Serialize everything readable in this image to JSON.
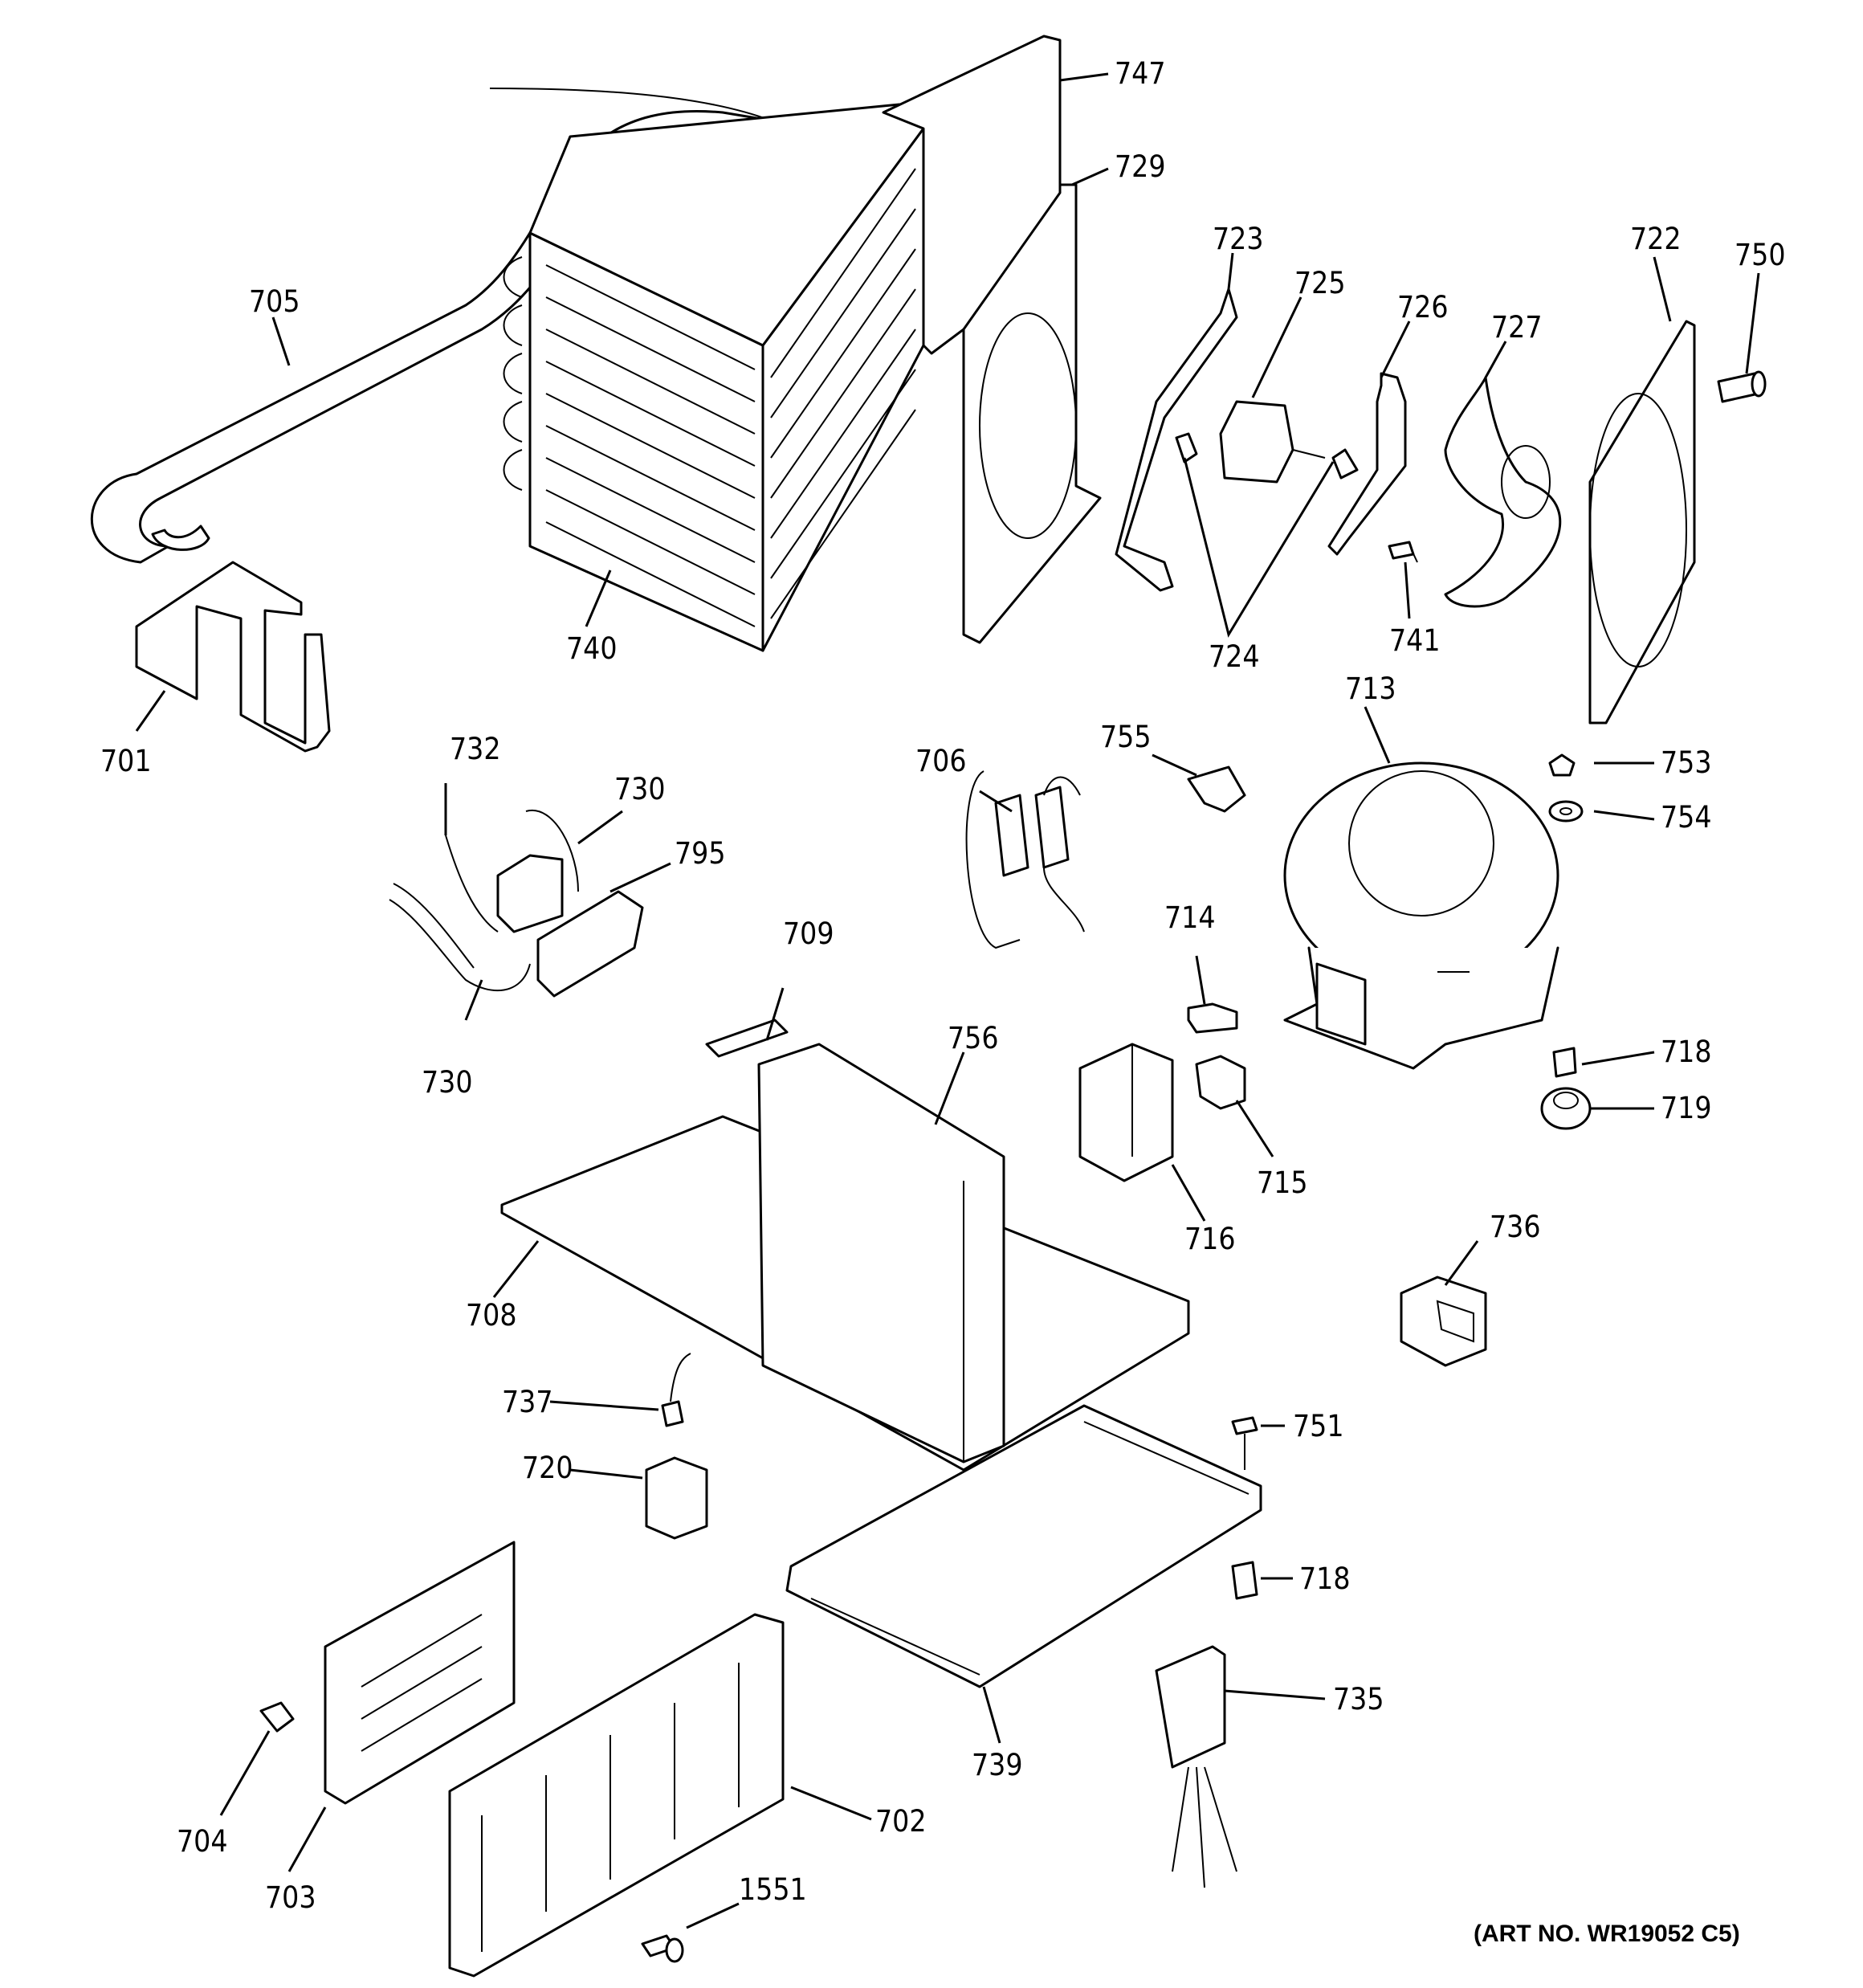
{
  "diagram": {
    "art_number": "(ART NO. WR19052 C5)",
    "callouts": [
      {
        "id": "c747",
        "label": "747"
      },
      {
        "id": "c729",
        "label": "729"
      },
      {
        "id": "c723",
        "label": "723"
      },
      {
        "id": "c725",
        "label": "725"
      },
      {
        "id": "c726",
        "label": "726"
      },
      {
        "id": "c727",
        "label": "727"
      },
      {
        "id": "c722",
        "label": "722"
      },
      {
        "id": "c750",
        "label": "750"
      },
      {
        "id": "c705",
        "label": "705"
      },
      {
        "id": "c740",
        "label": "740"
      },
      {
        "id": "c724",
        "label": "724"
      },
      {
        "id": "c741",
        "label": "741"
      },
      {
        "id": "c701",
        "label": "701"
      },
      {
        "id": "c713",
        "label": "713"
      },
      {
        "id": "c732",
        "label": "732"
      },
      {
        "id": "c730a",
        "label": "730"
      },
      {
        "id": "c795",
        "label": "795"
      },
      {
        "id": "c706",
        "label": "706"
      },
      {
        "id": "c755",
        "label": "755"
      },
      {
        "id": "c753",
        "label": "753"
      },
      {
        "id": "c754",
        "label": "754"
      },
      {
        "id": "c714",
        "label": "714"
      },
      {
        "id": "c709",
        "label": "709"
      },
      {
        "id": "c730b",
        "label": "730"
      },
      {
        "id": "c756",
        "label": "756"
      },
      {
        "id": "c718a",
        "label": "718"
      },
      {
        "id": "c719",
        "label": "719"
      },
      {
        "id": "c715",
        "label": "715"
      },
      {
        "id": "c716",
        "label": "716"
      },
      {
        "id": "c736",
        "label": "736"
      },
      {
        "id": "c708",
        "label": "708"
      },
      {
        "id": "c737",
        "label": "737"
      },
      {
        "id": "c751",
        "label": "751"
      },
      {
        "id": "c720",
        "label": "720"
      },
      {
        "id": "c718b",
        "label": "718"
      },
      {
        "id": "c735",
        "label": "735"
      },
      {
        "id": "c739",
        "label": "739"
      },
      {
        "id": "c704",
        "label": "704"
      },
      {
        "id": "c702",
        "label": "702"
      },
      {
        "id": "c703",
        "label": "703"
      },
      {
        "id": "c1551",
        "label": "1551"
      }
    ]
  }
}
